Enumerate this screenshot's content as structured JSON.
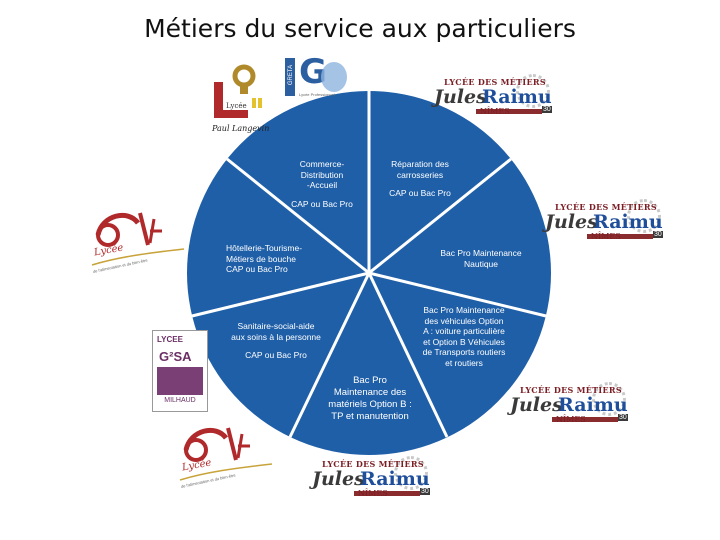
{
  "title": "Métiers du service aux particuliers",
  "colors": {
    "wheel": "#1f5fa8",
    "divider": "#ffffff"
  },
  "segments": [
    {
      "id": "commerce",
      "lines": [
        "Commerce-Distribution",
        "-Accueil",
        "",
        "CAP ou Bac Pro"
      ]
    },
    {
      "id": "carrosseries",
      "lines": [
        "Réparation des",
        "carrosseries",
        "",
        "CAP ou Bac Pro"
      ]
    },
    {
      "id": "hotellerie",
      "lines": [
        "Hôtellerie-Tourisme-",
        "Métiers de bouche",
        "CAP ou Bac Pro"
      ]
    },
    {
      "id": "nautique",
      "lines": [
        "Bac Pro Maintenance",
        "Nautique"
      ]
    },
    {
      "id": "sanitaire",
      "lines": [
        "Sanitaire-social-aide",
        "aux soins à la personne",
        "",
        "CAP ou Bac Pro"
      ]
    },
    {
      "id": "vehicules",
      "lines": [
        "Bac Pro Maintenance",
        "des véhicules Option",
        "A : voiture particulière",
        "et Option B Véhicules",
        "de Transports routiers",
        "et routiers"
      ]
    },
    {
      "id": "materiels",
      "lines": [
        "Bac Pro",
        "Maintenance des",
        "matériels Option B :",
        "TP et manutention"
      ]
    }
  ],
  "logos": {
    "langevin": {
      "text1": "Lycée",
      "text2": "Paul Langevin"
    },
    "greta": {
      "letter": "G",
      "vertical": "GRETA",
      "small": "Lycée Professionnel"
    },
    "jules_raimu": {
      "top": "LYCÉE DES MÉTIERS",
      "jules": "Jules",
      "raimu": "Raimu",
      "nimes": "NÎMES",
      "num": "30"
    },
    "arc": {
      "letters": "L'ARC",
      "lycee": "Lycée",
      "tagline": "de l'alimentation et du bien-être"
    },
    "gsa": {
      "lycee": "LYCEE",
      "gsa": "G²SA",
      "city": "MILHAUD"
    }
  }
}
